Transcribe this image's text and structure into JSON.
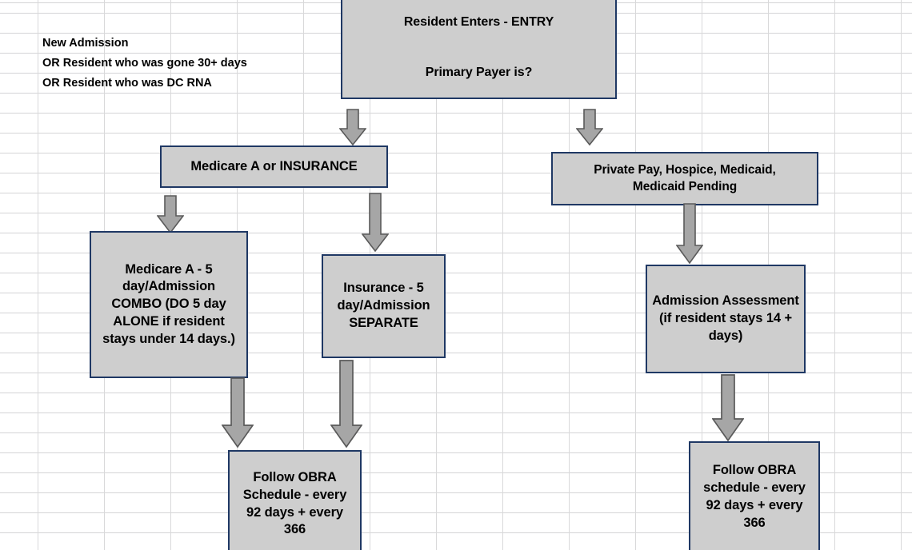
{
  "document": {
    "title": "Resident Admission MDS Assessment Flowchart",
    "background": "#ffffff",
    "box_fill": "#cecece",
    "box_border": "#1f3864",
    "arrow_fill": "#a6a6a6",
    "arrow_border": "#5a5a5a",
    "gridline_color": "#d9d9da"
  },
  "notes": {
    "lines": [
      "New Admission",
      "OR Resident who was gone 30+ days",
      "OR Resident who was DC RNA"
    ],
    "line1": "New Admission",
    "line2": "OR Resident who was gone 30+ days",
    "line3": "OR Resident who was DC RNA"
  },
  "boxes": {
    "entry": {
      "label": "Resident Enters - ENTRY\n\n\nPrimary Payer is?",
      "name": "entry-box"
    },
    "medicare_or_insurance": {
      "label": "Medicare A or INSURANCE",
      "name": "medicare-or-insurance-box"
    },
    "private_pay": {
      "label": "Private Pay, Hospice, Medicaid,\nMedicaid Pending",
      "name": "private-pay-box"
    },
    "medicare_a": {
      "label": "Medicare A - 5 day/Admission COMBO (DO 5 day ALONE if resident stays under 14 days.)",
      "name": "medicare-a-combo-box"
    },
    "insurance": {
      "label": "Insurance - 5 day/Admission SEPARATE",
      "name": "insurance-separate-box"
    },
    "admission_assessment": {
      "label": "Admission Assessment (if resident stays 14 + days)",
      "name": "admission-assessment-box"
    },
    "obra_left": {
      "label": "Follow OBRA Schedule - every 92 days + every 366",
      "name": "obra-left-box"
    },
    "obra_right": {
      "label": "Follow OBRA schedule - every 92 days + every 366",
      "name": "obra-right-box"
    }
  },
  "arrows": [
    {
      "name": "arrow-entry-to-medicare",
      "from": "entry",
      "to": "medicare_or_insurance"
    },
    {
      "name": "arrow-entry-to-private-pay",
      "from": "entry",
      "to": "private_pay"
    },
    {
      "name": "arrow-medicare-to-medicare-a",
      "from": "medicare_or_insurance",
      "to": "medicare_a"
    },
    {
      "name": "arrow-medicare-to-insurance",
      "from": "medicare_or_insurance",
      "to": "insurance"
    },
    {
      "name": "arrow-private-pay-to-admission-assessment",
      "from": "private_pay",
      "to": "admission_assessment"
    },
    {
      "name": "arrow-medicare-a-to-obra-left",
      "from": "medicare_a",
      "to": "obra_left"
    },
    {
      "name": "arrow-insurance-to-obra-left",
      "from": "insurance",
      "to": "obra_left"
    },
    {
      "name": "arrow-admission-assessment-to-obra-right",
      "from": "admission_assessment",
      "to": "obra_right"
    }
  ]
}
